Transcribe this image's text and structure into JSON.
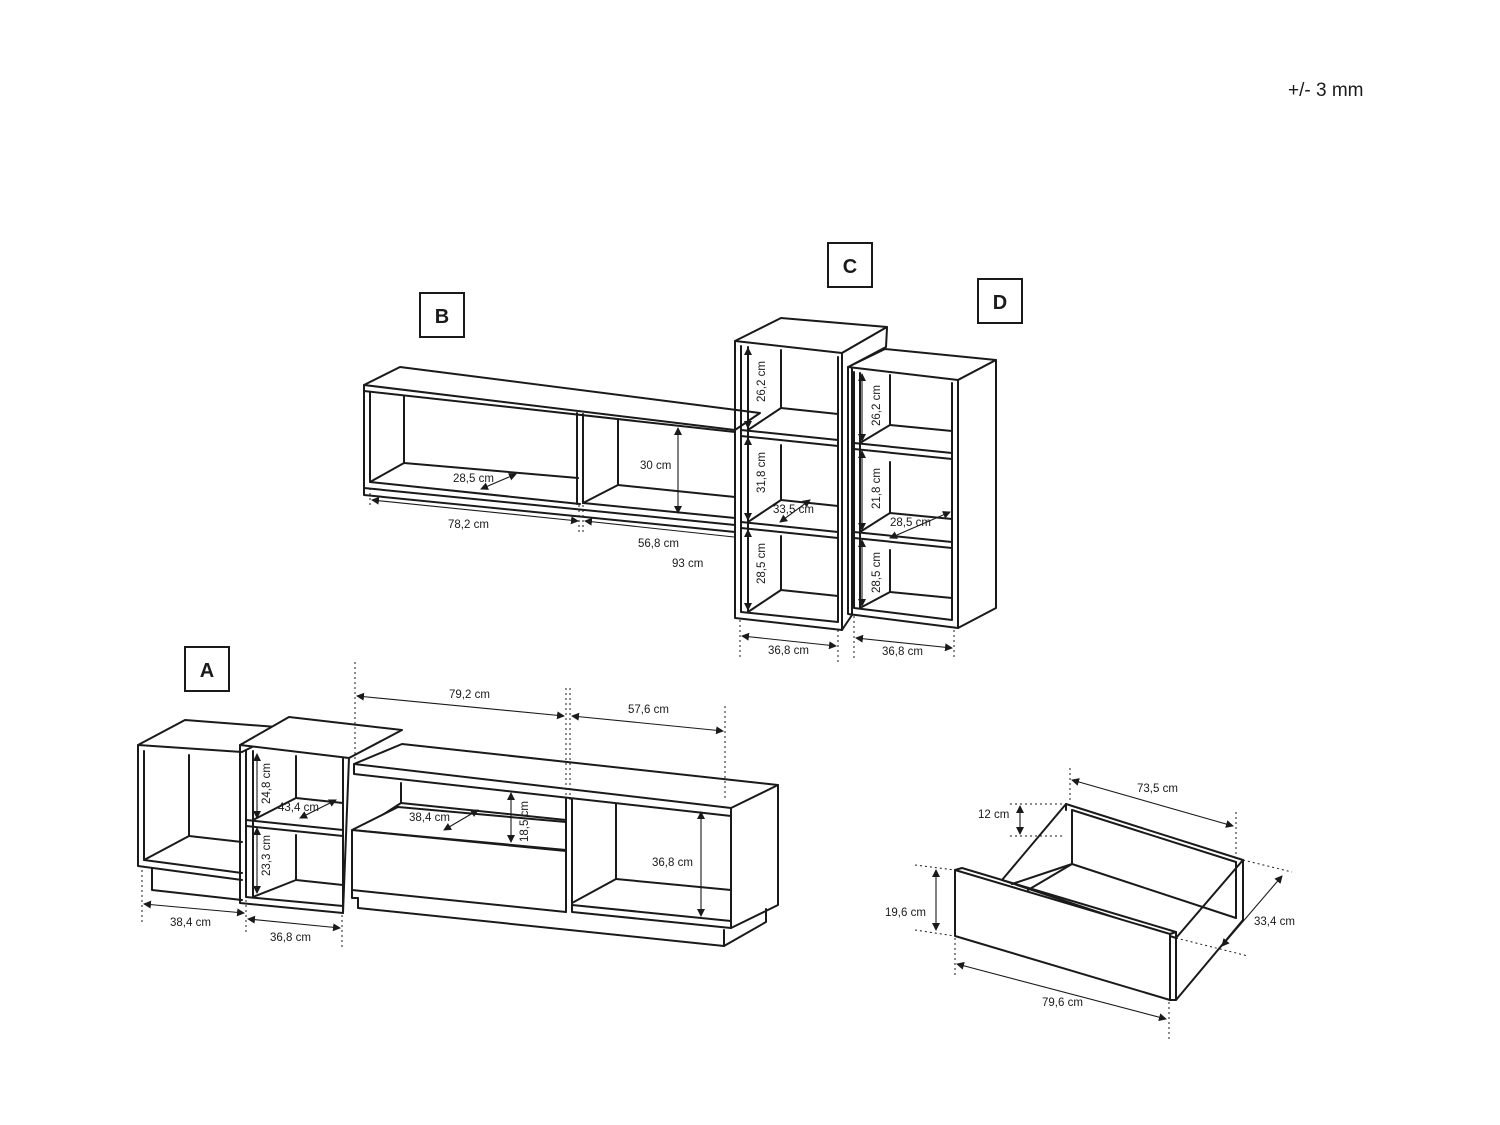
{
  "tolerance": "+/- 3 mm",
  "sections": {
    "a": "A",
    "b": "B",
    "c": "C",
    "d": "D"
  },
  "dimensions": {
    "b_depth": "28,5 cm",
    "b_height": "30 cm",
    "b_width_left": "78,2 cm",
    "b_width_mid": "56,8 cm",
    "b_width_total": "93 cm",
    "c_h_top": "26,2 cm",
    "c_h_mid": "31,8 cm",
    "c_h_bot": "28,5 cm",
    "c_depth": "33,5 cm",
    "c_width": "36,8 cm",
    "d_h_top": "26,2 cm",
    "d_h_mid": "21,8 cm",
    "d_h_bot": "28,5 cm",
    "d_depth": "28,5 cm",
    "d_width": "36,8 cm",
    "a_width_mid": "79,2 cm",
    "a_width_right": "57,6 cm",
    "a_shelf_top_h": "24,8 cm",
    "a_shelf_depth": "43,4 cm",
    "a_shelf_bot_h": "23,3 cm",
    "a_drawer_depth": "38,4 cm",
    "a_drawer_gap": "18,5 cm",
    "a_right_h": "36,8 cm",
    "a_width_left": "38,4 cm",
    "a_width_shelf": "36,8 cm",
    "drawer_inner_w": "73,5 cm",
    "drawer_side_h": "12 cm",
    "drawer_front_h": "19,6 cm",
    "drawer_depth": "33,4 cm",
    "drawer_front_w": "79,6 cm"
  }
}
